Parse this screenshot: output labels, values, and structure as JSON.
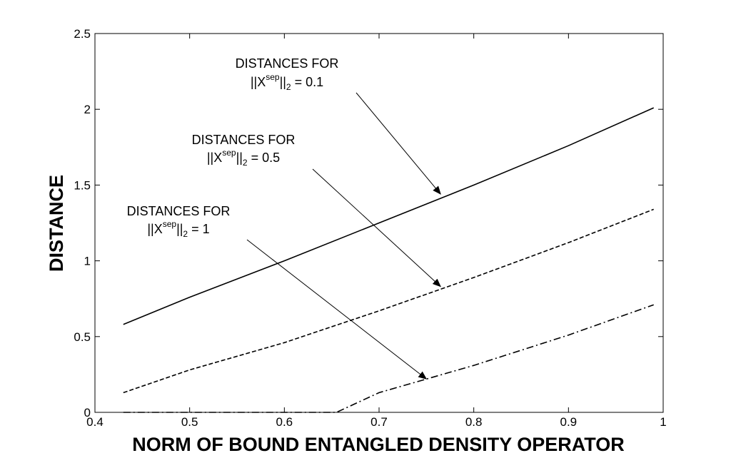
{
  "chart_data": {
    "type": "line",
    "xlabel": "NORM OF BOUND ENTANGLED DENSITY OPERATOR",
    "ylabel": "DISTANCE",
    "xlim": [
      0.4,
      1.0
    ],
    "ylim": [
      0,
      2.5
    ],
    "xticks": [
      "0.4",
      "0.5",
      "0.6",
      "0.7",
      "0.8",
      "0.9",
      "1"
    ],
    "yticks": [
      "0",
      "0.5",
      "1",
      "1.5",
      "2",
      "2.5"
    ],
    "grid": false,
    "legend": "none",
    "series": [
      {
        "style": "solid",
        "x": [
          0.43,
          0.5,
          0.6,
          0.7,
          0.8,
          0.9,
          0.99
        ],
        "y": [
          0.58,
          0.76,
          1.0,
          1.25,
          1.5,
          1.76,
          2.01
        ]
      },
      {
        "style": "dashed",
        "x": [
          0.43,
          0.5,
          0.6,
          0.7,
          0.8,
          0.9,
          0.99
        ],
        "y": [
          0.13,
          0.28,
          0.46,
          0.67,
          0.89,
          1.12,
          1.34
        ]
      },
      {
        "style": "dashdot",
        "x": [
          0.43,
          0.5,
          0.6,
          0.655,
          0.7,
          0.8,
          0.9,
          0.99
        ],
        "y": [
          0.0,
          0.0,
          0.0,
          0.0,
          0.13,
          0.31,
          0.51,
          0.71
        ]
      }
    ],
    "annotations": [
      {
        "line1": "DISTANCES FOR",
        "norm_open": "||X",
        "sup": "sep",
        "norm_close": "||",
        "sub": "2",
        "tail": " = 0.1",
        "target_series": 0,
        "target": [
          0.765,
          1.44
        ]
      },
      {
        "line1": "DISTANCES FOR",
        "norm_open": "||X",
        "sup": "sep",
        "norm_close": "||",
        "sub": "2",
        "tail": " = 0.5",
        "target_series": 1,
        "target": [
          0.765,
          0.83
        ]
      },
      {
        "line1": "DISTANCES FOR",
        "norm_open": "||X",
        "sup": "sep",
        "norm_close": "||",
        "sub": "2",
        "tail": " = 1",
        "target_series": 2,
        "target": [
          0.75,
          0.22
        ]
      }
    ]
  }
}
